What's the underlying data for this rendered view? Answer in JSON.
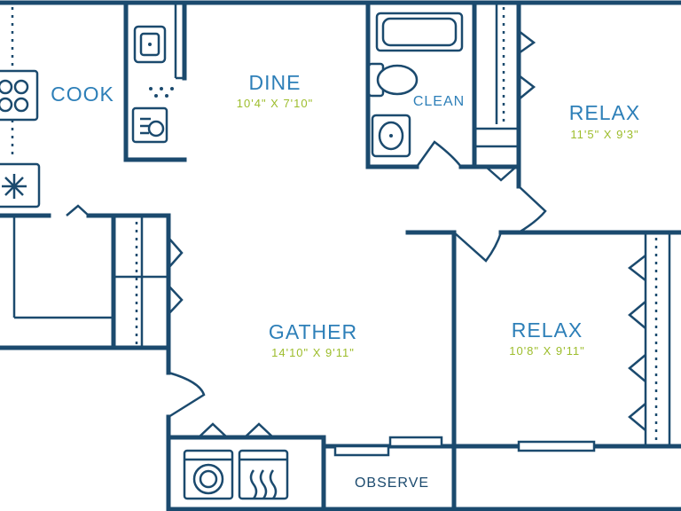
{
  "colors": {
    "wall": "#1b4a6e",
    "room_name": "#2d7fb8",
    "dimension": "#9dbd2c",
    "background": "#ffffff"
  },
  "rooms": {
    "cook": {
      "name": "COOK"
    },
    "dine": {
      "name": "DINE",
      "size": "10'4\" X 7'10\""
    },
    "clean": {
      "name": "CLEAN"
    },
    "relax_1": {
      "name": "RELAX",
      "size": "11'5\" X 9'3\""
    },
    "gather": {
      "name": "GATHER",
      "size": "14'10\" X 9'11\""
    },
    "relax_2": {
      "name": "RELAX",
      "size": "10'8\" X 9'11\""
    },
    "observe": {
      "name": "OBSERVE"
    }
  },
  "icons": [
    "sink-icon",
    "dishwasher-icon",
    "stove-icon",
    "refrigerator-icon",
    "bathtub-icon",
    "toilet-icon",
    "bathroom-sink-icon",
    "washer-icon",
    "dryer-icon"
  ]
}
